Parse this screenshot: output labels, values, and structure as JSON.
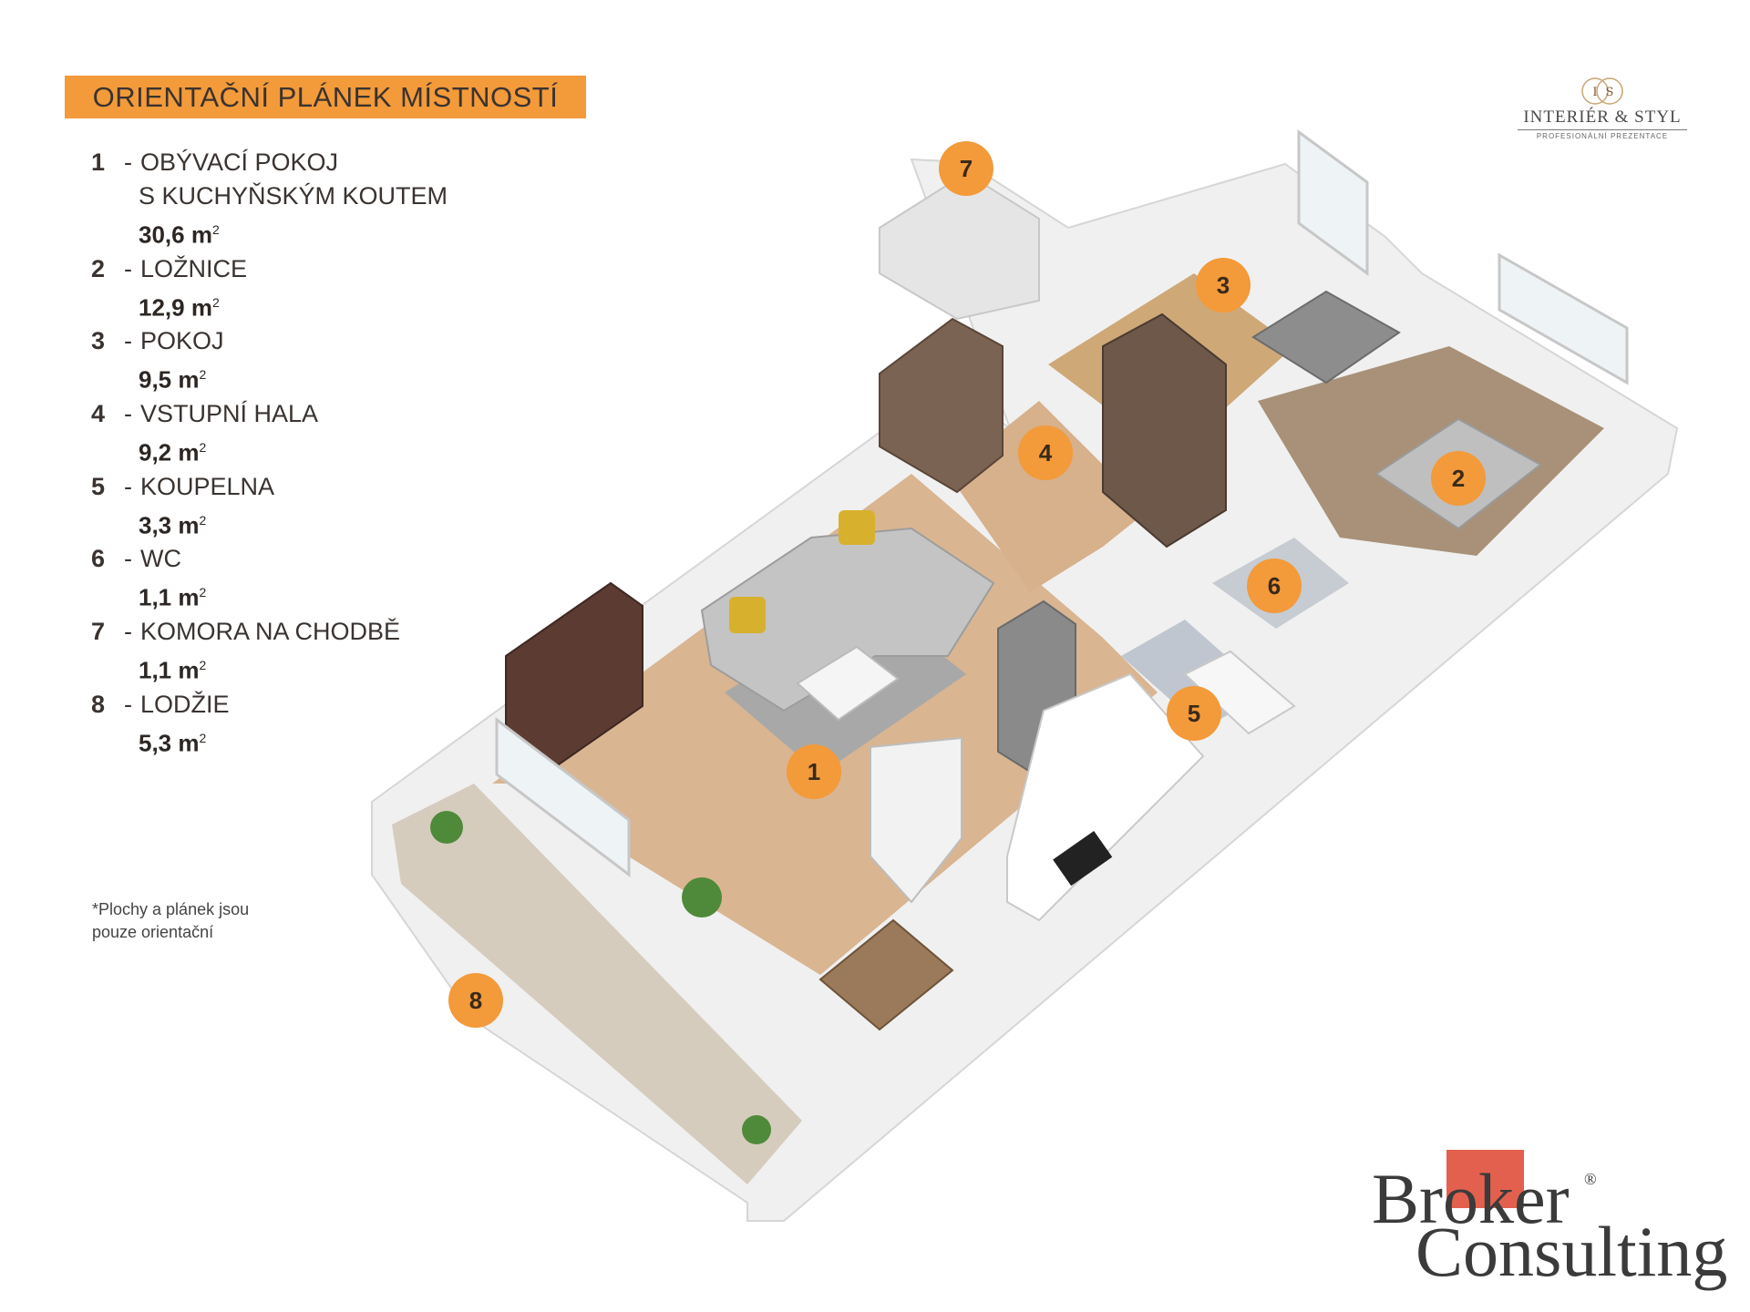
{
  "title": "ORIENTAČNÍ PLÁNEK MÍSTNOSTÍ",
  "rooms": [
    {
      "num": "1",
      "dash": "-",
      "name": "OBÝVACÍ POKOJ",
      "name2": "S KUCHYŇSKÝM KOUTEM",
      "area": "30,6 m",
      "unit_sup": "2"
    },
    {
      "num": "2",
      "dash": "-",
      "name": "LOŽNICE",
      "area": "12,9 m",
      "unit_sup": "2"
    },
    {
      "num": "3",
      "dash": "-",
      "name": "POKOJ",
      "area": "9,5 m",
      "unit_sup": "2"
    },
    {
      "num": "4",
      "dash": "-",
      "name": "VSTUPNÍ HALA",
      "area": "9,2 m",
      "unit_sup": "2"
    },
    {
      "num": "5",
      "dash": "-",
      "name": "KOUPELNA",
      "area": "3,3 m",
      "unit_sup": "2"
    },
    {
      "num": "6",
      "dash": "-",
      "name": "WC",
      "area": "1,1 m",
      "unit_sup": "2"
    },
    {
      "num": "7",
      "dash": "-",
      "name": "KOMORA NA CHODBĚ",
      "area": "1,1 m",
      "unit_sup": "2"
    },
    {
      "num": "8",
      "dash": "-",
      "name": "LODŽIE",
      "area": "5,3 m",
      "unit_sup": "2"
    }
  ],
  "note_line1": "*Plochy  a plánek jsou",
  "note_line2": "pouze orientační",
  "logo_is": {
    "monogram_left": "I",
    "monogram_right": "S",
    "brand": "INTERIÉR & STYL",
    "tagline": "PROFESIONÁLNÍ PREZENTACE"
  },
  "logo_broker": {
    "line1": "Broker",
    "line2": "Consulting",
    "mark": "®"
  },
  "markers": [
    "1",
    "2",
    "3",
    "4",
    "5",
    "6",
    "7",
    "8"
  ],
  "colors": {
    "accent": "#f39a3a",
    "marker": "#f39a3a",
    "wall": "#e9e9e9",
    "floor_wood": "#d8b48f",
    "floor_tile": "#cfc3b3",
    "rug": "#9a9a9a",
    "bc_red": "#e4604e"
  }
}
